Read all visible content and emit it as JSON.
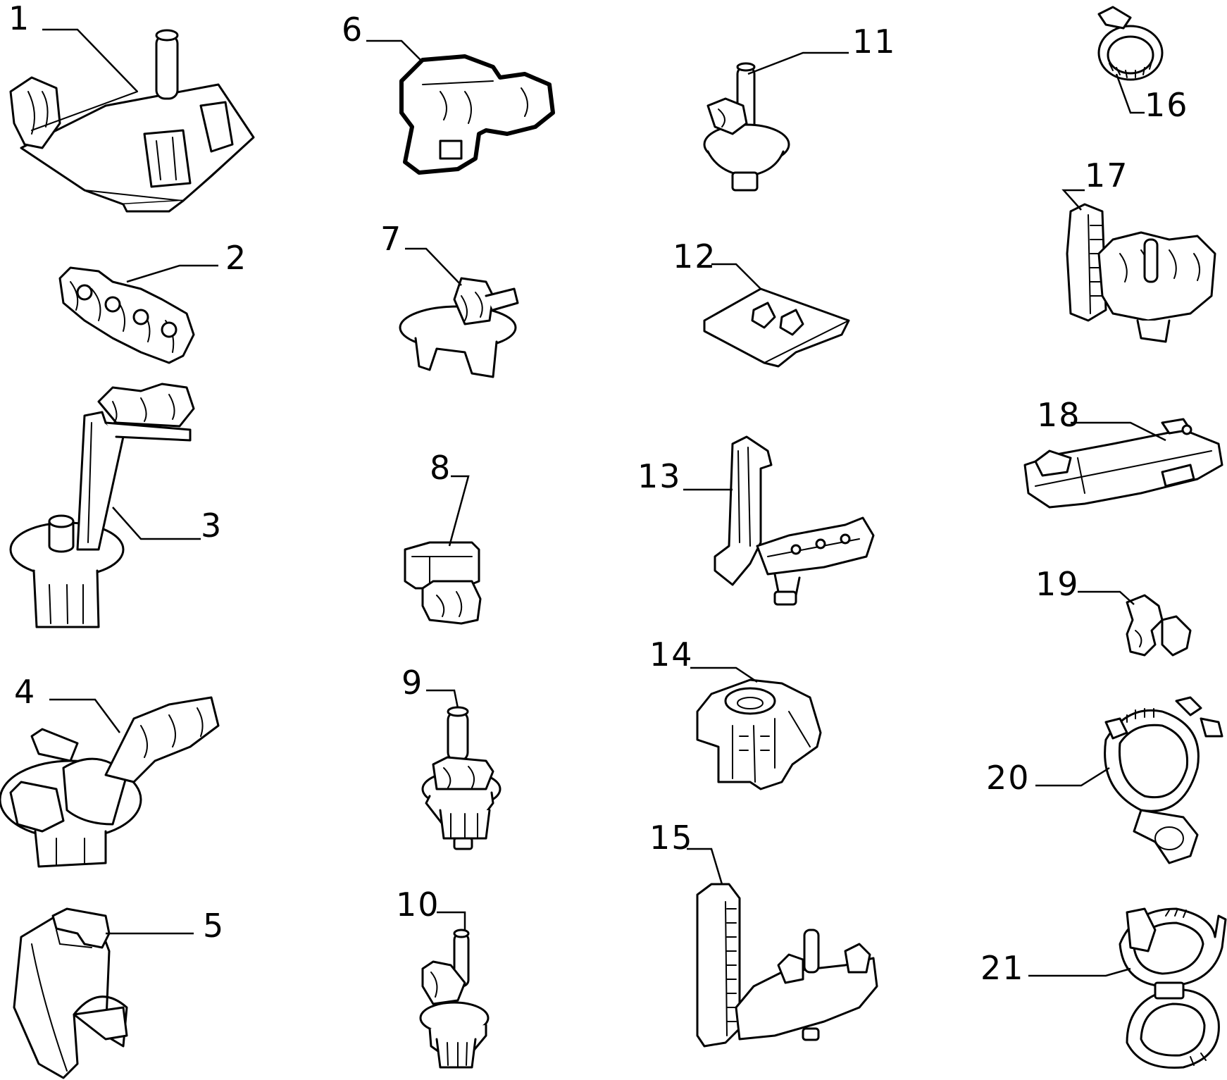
{
  "callouts": [
    {
      "id": "p1",
      "label": "1"
    },
    {
      "id": "p2",
      "label": "2"
    },
    {
      "id": "p3",
      "label": "3"
    },
    {
      "id": "p4",
      "label": "4"
    },
    {
      "id": "p5",
      "label": "5"
    },
    {
      "id": "p6",
      "label": "6"
    },
    {
      "id": "p7",
      "label": "7"
    },
    {
      "id": "p8",
      "label": "8"
    },
    {
      "id": "p9",
      "label": "9"
    },
    {
      "id": "p10",
      "label": "10"
    },
    {
      "id": "p11",
      "label": "11"
    },
    {
      "id": "p12",
      "label": "12"
    },
    {
      "id": "p13",
      "label": "13"
    },
    {
      "id": "p14",
      "label": "14"
    },
    {
      "id": "p15",
      "label": "15"
    },
    {
      "id": "p16",
      "label": "16"
    },
    {
      "id": "p17",
      "label": "17"
    },
    {
      "id": "p18",
      "label": "18"
    },
    {
      "id": "p19",
      "label": "19"
    },
    {
      "id": "p20",
      "label": "20"
    },
    {
      "id": "p21",
      "label": "21"
    }
  ],
  "icons": {
    "mounting-plate-clip": "1",
    "multi-pipe-clip": "2",
    "arm-bracket-clip": "3",
    "disc-base-clip": "4",
    "u-clip": "5",
    "double-block-clip": "6",
    "push-pin-clip": "7",
    "block-clip": "8",
    "stud-clip": "9",
    "stud-clip-small": "10",
    "disc-stud-clip": "11",
    "tray-clip": "12",
    "l-bracket-clip": "13",
    "cup-clip": "14",
    "comb-bracket-clip": "15",
    "hose-clamp": "16",
    "comb-multi-clip": "17",
    "rail-clip": "18",
    "small-p-clip": "19",
    "ratchet-ring-clip": "20",
    "double-ring-clip": "21"
  }
}
